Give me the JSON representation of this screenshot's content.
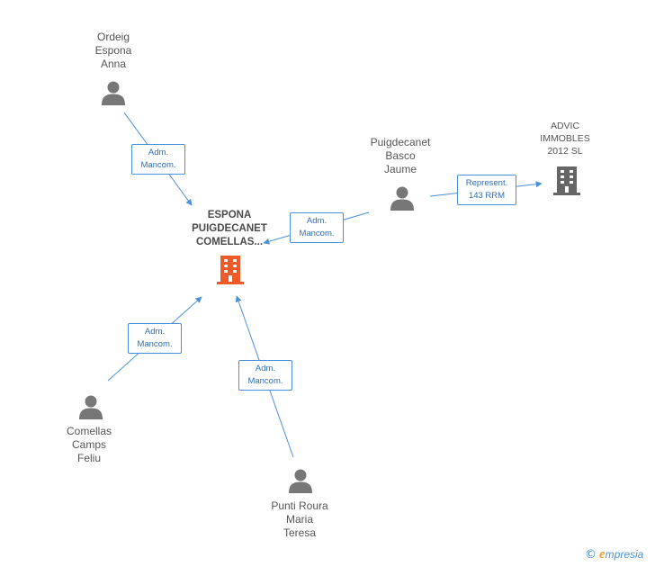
{
  "colors": {
    "person_icon": "#777777",
    "main_company_icon": "#f05a28",
    "company_icon": "#666666",
    "edge": "#4a90d9"
  },
  "nodes": {
    "main": {
      "label": "ESPONA\nPUIGDECANET\nCOMELLAS...",
      "icon": "building-icon"
    },
    "advic": {
      "label": "ADVIC\nIMMOBLES\n2012 SL",
      "icon": "building-icon"
    },
    "ordeig": {
      "label": "Ordeig\nEspona\nAnna",
      "icon": "person-icon"
    },
    "puigdecanet": {
      "label": "Puigdecanet\nBasco\nJaume",
      "icon": "person-icon"
    },
    "comellas": {
      "label": "Comellas\nCamps\nFeliu",
      "icon": "person-icon"
    },
    "punti": {
      "label": "Punti Roura\nMaria\nTeresa",
      "icon": "person-icon"
    }
  },
  "edges": {
    "ordeig_main": "Adm.\nMancom.",
    "puigdecanet_main": "Adm.\nMancom.",
    "puigdecanet_advic": "Represent.\n143 RRM",
    "comellas_main": "Adm.\nMancom.",
    "punti_main": "Adm.\nMancom."
  },
  "brand": {
    "copyright": "©",
    "e": "e",
    "rest": "mpresia"
  }
}
